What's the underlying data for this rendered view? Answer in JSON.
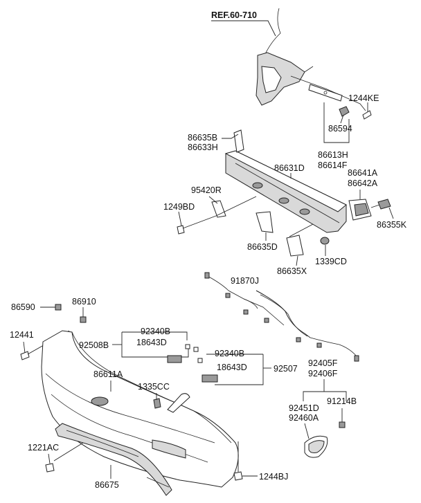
{
  "reference": "REF.60-710",
  "labels": {
    "l1244KE": "1244KE",
    "l86594": "86594",
    "l86613H": "86613H",
    "l86614F": "86614F",
    "l86635B": "86635B",
    "l86633H": "86633H",
    "l86631D": "86631D",
    "l86641A": "86641A",
    "l86642A": "86642A",
    "l95420R": "95420R",
    "l1249BD": "1249BD",
    "l86355K": "86355K",
    "l86635D": "86635D",
    "l86635X": "86635X",
    "l1339CD": "1339CD",
    "l91870J": "91870J",
    "l86590": "86590",
    "l86910": "86910",
    "l12441": "12441",
    "l92340B_a": "92340B",
    "l92508B": "92508B",
    "l18643D_a": "18643D",
    "l92340B_b": "92340B",
    "l18643D_b": "18643D",
    "l92507": "92507",
    "l92405F": "92405F",
    "l92406F": "92406F",
    "l86611A": "86611A",
    "l1335CC": "1335CC",
    "l92451D": "92451D",
    "l92460A": "92460A",
    "l91214B": "91214B",
    "l1221AC": "1221AC",
    "l86675": "86675",
    "l1244BJ": "1244BJ"
  }
}
